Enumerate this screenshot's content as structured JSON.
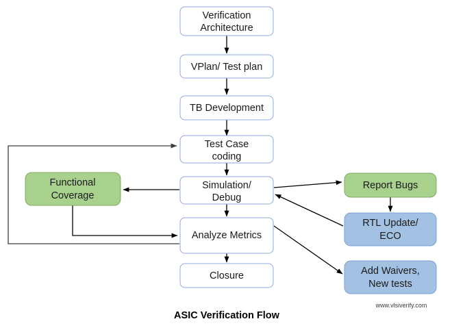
{
  "diagram": {
    "title": "ASIC Verification Flow",
    "watermark": "www.vlsiverify.com",
    "type": "flowchart",
    "colors": {
      "plain_fill": "#ffffff",
      "plain_stroke": "#8eaadb",
      "green_fill": "#a9d18e",
      "green_stroke": "#7fa963",
      "blue_fill": "#a3c2e3",
      "blue_stroke": "#7ba2cc",
      "arrow": "#000000",
      "background": "#ffffff"
    }
  },
  "nodes": {
    "verification_architecture": {
      "line1": "Verification",
      "line2": "Architecture",
      "style": "plain"
    },
    "vplan_test_plan": {
      "line1": "VPlan/ Test plan",
      "line2": "",
      "style": "plain"
    },
    "tb_development": {
      "line1": "TB Development",
      "line2": "",
      "style": "plain"
    },
    "test_case_coding": {
      "line1": "Test Case",
      "line2": "coding",
      "style": "plain"
    },
    "simulation_debug": {
      "line1": "Simulation/",
      "line2": "Debug",
      "style": "plain"
    },
    "analyze_metrics": {
      "line1": "Analyze Metrics",
      "line2": "",
      "style": "plain"
    },
    "closure": {
      "line1": "Closure",
      "line2": "",
      "style": "plain"
    },
    "functional_coverage": {
      "line1": "Functional",
      "line2": "Coverage",
      "style": "green"
    },
    "report_bugs": {
      "line1": "Report Bugs",
      "line2": "",
      "style": "green"
    },
    "rtl_update_eco": {
      "line1": "RTL Update/",
      "line2": "ECO",
      "style": "blue"
    },
    "add_waivers_new_tests": {
      "line1": "Add Waivers,",
      "line2": "New tests",
      "style": "blue"
    }
  },
  "edges": [
    {
      "id": "arch-to-vplan",
      "from": "verification_architecture",
      "to": "vplan_test_plan"
    },
    {
      "id": "vplan-to-tb",
      "from": "vplan_test_plan",
      "to": "tb_development"
    },
    {
      "id": "tb-to-testcase",
      "from": "tb_development",
      "to": "test_case_coding"
    },
    {
      "id": "testcase-to-sim",
      "from": "test_case_coding",
      "to": "simulation_debug"
    },
    {
      "id": "sim-to-analyze",
      "from": "simulation_debug",
      "to": "analyze_metrics"
    },
    {
      "id": "analyze-to-closure",
      "from": "analyze_metrics",
      "to": "closure"
    },
    {
      "id": "sim-to-coverage",
      "from": "simulation_debug",
      "to": "functional_coverage"
    },
    {
      "id": "coverage-to-analyze",
      "from": "functional_coverage",
      "to": "analyze_metrics"
    },
    {
      "id": "sim-to-reportbugs",
      "from": "simulation_debug",
      "to": "report_bugs"
    },
    {
      "id": "reportbugs-to-rtl",
      "from": "report_bugs",
      "to": "rtl_update_eco"
    },
    {
      "id": "rtl-to-sim",
      "from": "rtl_update_eco",
      "to": "simulation_debug"
    },
    {
      "id": "analyze-to-waivers",
      "from": "analyze_metrics",
      "to": "add_waivers_new_tests"
    },
    {
      "id": "analyze-to-testcase-loop",
      "from": "analyze_metrics",
      "to": "test_case_coding"
    }
  ]
}
